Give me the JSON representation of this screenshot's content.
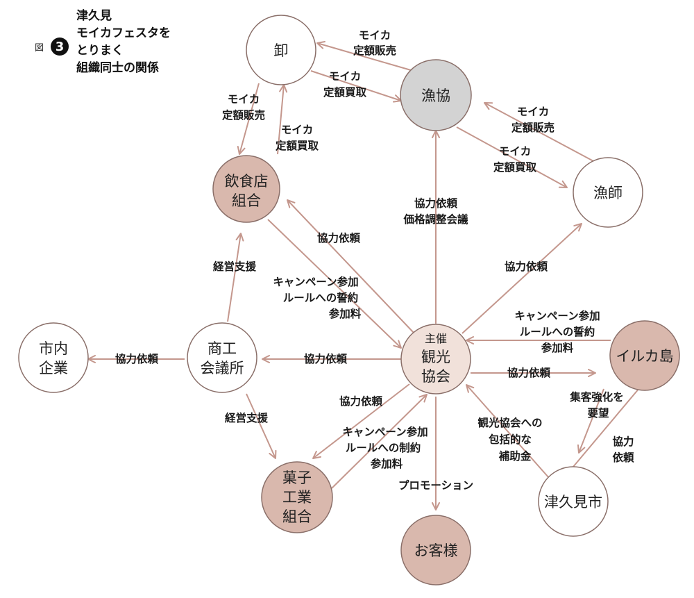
{
  "figure": {
    "tag": "図",
    "number": "3",
    "title_lines": [
      "津久見",
      "モイカフェスタを",
      "とりまく",
      "組織同士の関係"
    ]
  },
  "colors": {
    "edge": "#c4978d",
    "node_stroke": "#8a6f69",
    "node_white": "#ffffff",
    "node_gray": "#d3d3d3",
    "node_pink": "#d9b8ad",
    "node_center": "#f1e1da",
    "badge": "#111111"
  },
  "nodes": {
    "oroshi": {
      "lines": [
        "卸"
      ]
    },
    "gyokyo": {
      "lines": [
        "漁協"
      ]
    },
    "ryoshi": {
      "lines": [
        "漁師"
      ]
    },
    "inshokuten": {
      "lines": [
        "飲食店",
        "組合"
      ]
    },
    "shokokaigisho": {
      "lines": [
        "商工",
        "会議所"
      ]
    },
    "shinai": {
      "lines": [
        "市内",
        "企業"
      ]
    },
    "kanko": {
      "sub": "主催",
      "lines": [
        "観光",
        "協会"
      ]
    },
    "irukajima": {
      "lines": [
        "イルカ島"
      ]
    },
    "kashi": {
      "lines": [
        "菓子",
        "工業",
        "組合"
      ]
    },
    "tsukumi": {
      "lines": [
        "津久見市"
      ]
    },
    "okyakusama": {
      "lines": [
        "お客様"
      ]
    }
  },
  "edge_labels": {
    "gyokyo_to_oroshi": [
      "モイカ",
      "定額販売"
    ],
    "oroshi_to_gyokyo": [
      "モイカ",
      "定額買取"
    ],
    "oroshi_to_inshoku": [
      "モイカ",
      "定額販売"
    ],
    "inshoku_to_oroshi": [
      "モイカ",
      "定額買取"
    ],
    "ryoshi_to_gyokyo": [
      "モイカ",
      "定額販売"
    ],
    "gyokyo_to_ryoshi": [
      "モイカ",
      "定額買取"
    ],
    "kanko_to_gyokyo": [
      "協力依頼",
      "価格調整会議"
    ],
    "kanko_to_inshoku": [
      "協力依頼"
    ],
    "inshoku_to_kanko": [
      "キャンペーン参加",
      "ルールへの誓約",
      "参加料"
    ],
    "kanko_to_ryoshi": [
      "協力依頼"
    ],
    "shoko_to_inshoku": [
      "経営支援"
    ],
    "shoko_to_shinai": [
      "協力依頼"
    ],
    "kanko_to_shoko": [
      "協力依頼"
    ],
    "irukajima_to_kanko": [
      "キャンペーン参加",
      "ルールへの誓約",
      "参加料"
    ],
    "kanko_to_irukajima": [
      "協力依頼"
    ],
    "shoko_to_kashi": [
      "経営支援"
    ],
    "kanko_to_kashi": [
      "協力依頼"
    ],
    "kashi_to_kanko": [
      "キャンペーン参加",
      "ルールへの制約",
      "参加料"
    ],
    "kanko_to_okyaku": [
      "プロモーション"
    ],
    "tsukumi_to_kanko": [
      "観光協会への",
      "包括的な",
      "補助金"
    ],
    "irukajima_to_tsukumi": [
      "集客強化を",
      "要望"
    ],
    "tsukumi_to_irukajima": [
      "協力",
      "依頼"
    ]
  }
}
